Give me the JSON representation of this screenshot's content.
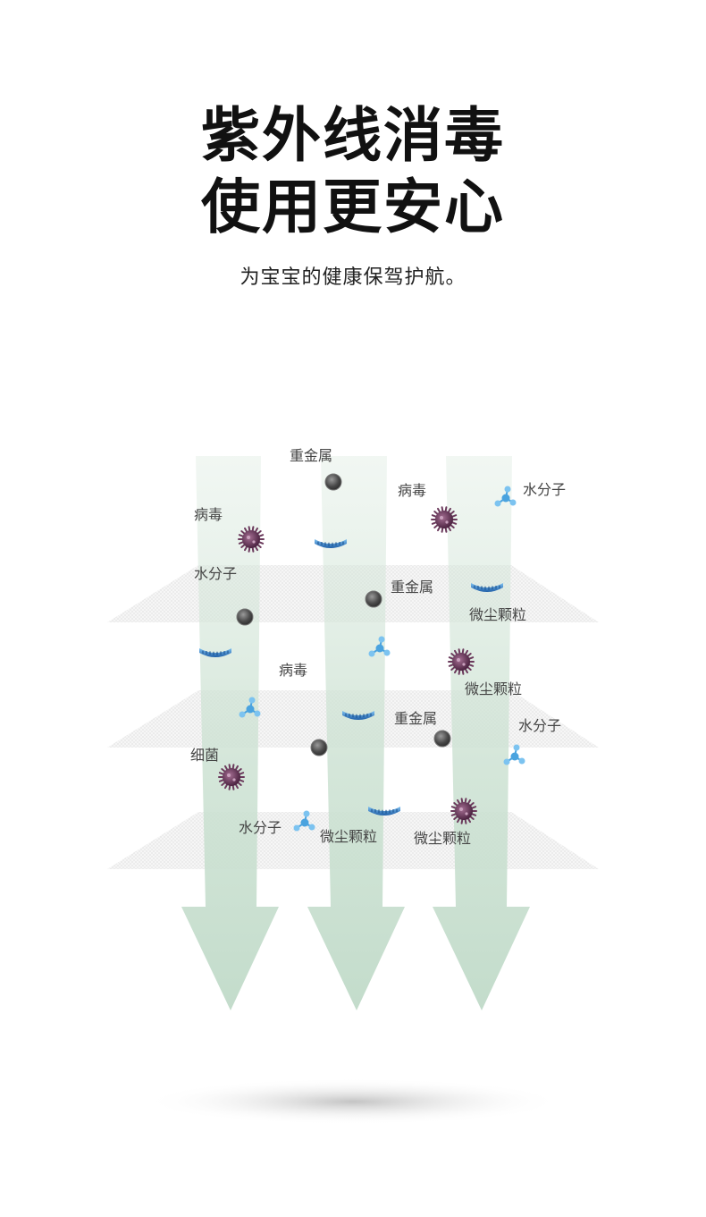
{
  "header": {
    "title_line1": "紫外线消毒",
    "title_line2": "使用更安心",
    "subtitle": "为宝宝的健康保驾护航。"
  },
  "colors": {
    "arrow_fill": "#c9dfd0",
    "virus": "#6b3a5c",
    "water_molecule": "#4aa3df",
    "bacteria": "#2f7fd0",
    "heavy_metal": "#555555",
    "layer_mesh": "#e6e6e6"
  },
  "particle_labels": [
    "重金属",
    "病毒",
    "水分子",
    "病毒",
    "水分子",
    "重金属",
    "微尘颗粒",
    "病毒",
    "微尘颗粒",
    "重金属",
    "水分子",
    "细菌",
    "水分子",
    "微尘颗粒",
    "微尘颗粒"
  ]
}
